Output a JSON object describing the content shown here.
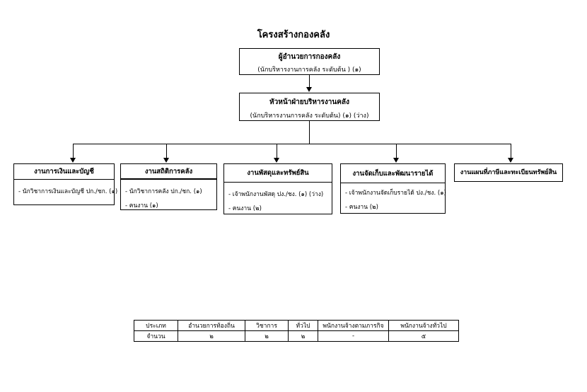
{
  "title": "โครงสร้างกองคลัง",
  "director": {
    "title": "ผู้อำนวยการกองคลัง",
    "subtitle": "(นักบริหารงานการคลัง ระดับต้น ) (๑)"
  },
  "deputy": {
    "title": "หัวหน้าฝ่ายบริหารงานคลัง",
    "subtitle": "(นักบริหารงานการคลัง ระดับต้น) (๑) (ว่าง)"
  },
  "departments": [
    {
      "title": "งานการเงินและบัญชี",
      "items": [
        "- นักวิชาการเงินและบัญชี ปก./ชก.  (๑)"
      ]
    },
    {
      "title": "งานสถิติการคลัง",
      "items": [
        "- นักวิชาการคลัง  ปก./ชก.   (๑)",
        "- คนงาน (๑)"
      ]
    },
    {
      "title": "งานพัสดุและทรัพย์สิน",
      "items": [
        "- เจ้าพนักงานพัสดุ    ปง./ชง. (๑) (ว่าง)",
        "- คนงาน (๒)"
      ]
    },
    {
      "title": "งานจัดเก็บและพัฒนารายได้",
      "items": [
        "- เจ้าพนักงานจัดเก็บรายได้ ปง./ชง.  (๑)",
        "- คนงาน (๒)"
      ]
    },
    {
      "title": "งานแผนที่ภาษีและทะเบียนทรัพย์สิน",
      "items": []
    }
  ],
  "summary_table": {
    "headers": [
      "ประเภท",
      "อำนวยการท้องถิ่น",
      "วิชาการ",
      "ทั่วไป",
      "พนักงานจ้างตามภารกิจ",
      "พนักงานจ้างทั่วไป"
    ],
    "row": [
      "จำนวน",
      "๒",
      "๒",
      "๒",
      "-",
      "๕"
    ]
  }
}
